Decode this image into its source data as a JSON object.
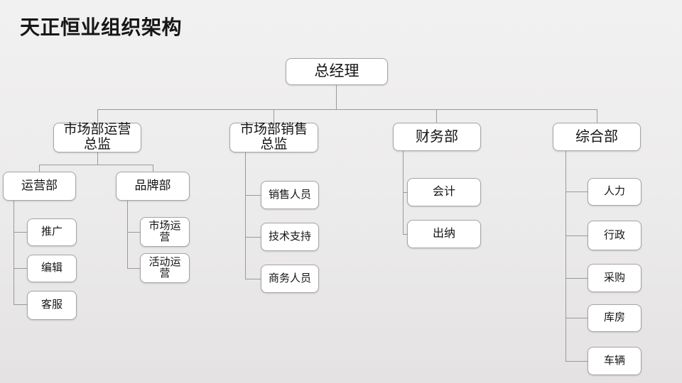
{
  "slide": {
    "title": "天正恒业组织架构"
  },
  "colors": {
    "background_top": "#f2f1f1",
    "background_bottom": "#e4e2e3",
    "node_fill": "#ffffff",
    "node_border": "#a7a5a6",
    "connector": "#9b999a",
    "text": "#141414",
    "title": "#161616"
  },
  "org": {
    "root": {
      "label": "总经理"
    },
    "branches": [
      {
        "label": "市场部运营\n总监",
        "children": [
          {
            "label": "运营部",
            "children": [
              {
                "label": "推广"
              },
              {
                "label": "编辑"
              },
              {
                "label": "客服"
              }
            ]
          },
          {
            "label": "品牌部",
            "children": [
              {
                "label": "市场运\n营"
              },
              {
                "label": "活动运\n营"
              }
            ]
          }
        ]
      },
      {
        "label": "市场部销售\n总监",
        "children": [
          {
            "label": "销售人员"
          },
          {
            "label": "技术支持"
          },
          {
            "label": "商务人员"
          }
        ]
      },
      {
        "label": "财务部",
        "children": [
          {
            "label": "会计"
          },
          {
            "label": "出纳"
          }
        ]
      },
      {
        "label": "综合部",
        "children": [
          {
            "label": "人力"
          },
          {
            "label": "行政"
          },
          {
            "label": "采购"
          },
          {
            "label": "库房"
          },
          {
            "label": "车辆"
          }
        ]
      }
    ]
  }
}
